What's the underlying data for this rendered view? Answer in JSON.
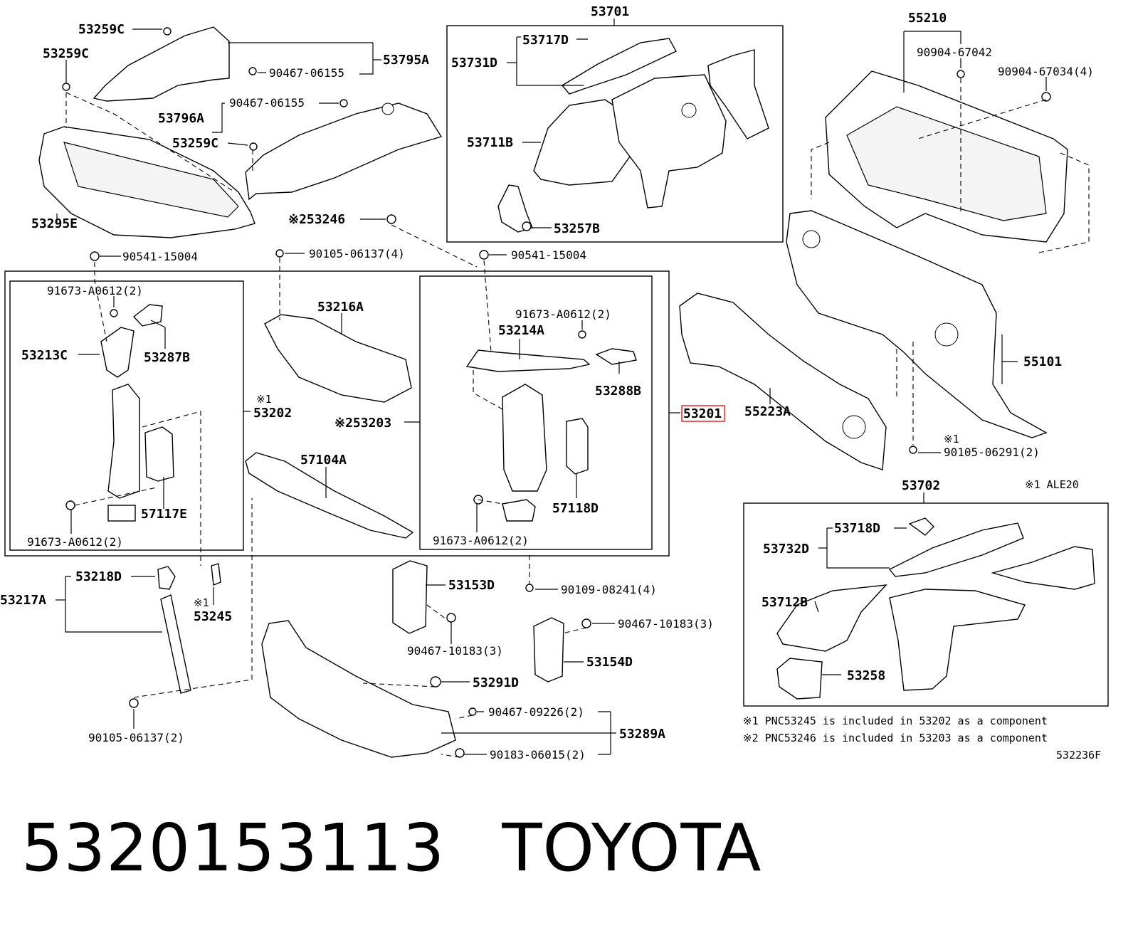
{
  "labels": {
    "p53259C_a": "53259C",
    "p53259C_b": "53259C",
    "p53259C_c": "53259C",
    "p53795A": "53795A",
    "p90467_06155_a": "90467-06155",
    "p90467_06155_b": "90467-06155",
    "p53796A": "53796A",
    "p53295E": "53295E",
    "p53701": "53701",
    "p53717D": "53717D",
    "p53731D": "53731D",
    "p53711B": "53711B",
    "p53257B": "53257B",
    "p55210": "55210",
    "p90904_67042": "90904-67042",
    "p90904_67034": "90904-67034(4)",
    "p53246": "53246",
    "p90541_15004_a": "90541-15004",
    "p90105_06137_4": "90105-06137(4)",
    "p90541_15004_b": "90541-15004",
    "p91673_A0612_a": "91673-A0612(2)",
    "p53216A": "53216A",
    "p91673_A0612_b": "91673-A0612(2)",
    "p53213C": "53213C",
    "p53287B": "53287B",
    "p53214A": "53214A",
    "p53288B": "53288B",
    "p53202": "53202",
    "p53203": "53203",
    "p53201": "53201",
    "p55223A": "55223A",
    "p55101": "55101",
    "p57104A": "57104A",
    "p57117E": "57117E",
    "p57118D": "57118D",
    "p91673_A0612_c": "91673-A0612(2)",
    "p91673_A0612_d": "91673-A0612(2)",
    "p90105_06291": "90105-06291(2)",
    "p53702": "53702",
    "p53718D": "53718D",
    "p53732D": "53732D",
    "p53712B": "53712B",
    "p53258": "53258",
    "p53218D": "53218D",
    "p53217A": "53217A",
    "p53245": "53245",
    "p53153D": "53153D",
    "p90109_08241": "90109-08241(4)",
    "p90467_10183_a": "90467-10183(3)",
    "p90467_10183_b": "90467-10183(3)",
    "p53154D": "53154D",
    "p53291D": "53291D",
    "p90467_09226": "90467-09226(2)",
    "p53289A": "53289A",
    "p90183_06015": "90183-06015(2)",
    "p90105_06137_2": "90105-06137(2)"
  },
  "marks": {
    "m1": "※1",
    "m2": "※2",
    "ale20": "※1 ALE20"
  },
  "notes": {
    "n1": "※1 PNC53245 is included in 53202 as a component",
    "n2": "※2 PNC53246 is included in 53203 as a component",
    "code": "532236F"
  },
  "caption": {
    "part_number": "5320153113",
    "brand": "TOYOTA"
  },
  "colors": {
    "highlight": "#e33333",
    "line": "#000000"
  }
}
